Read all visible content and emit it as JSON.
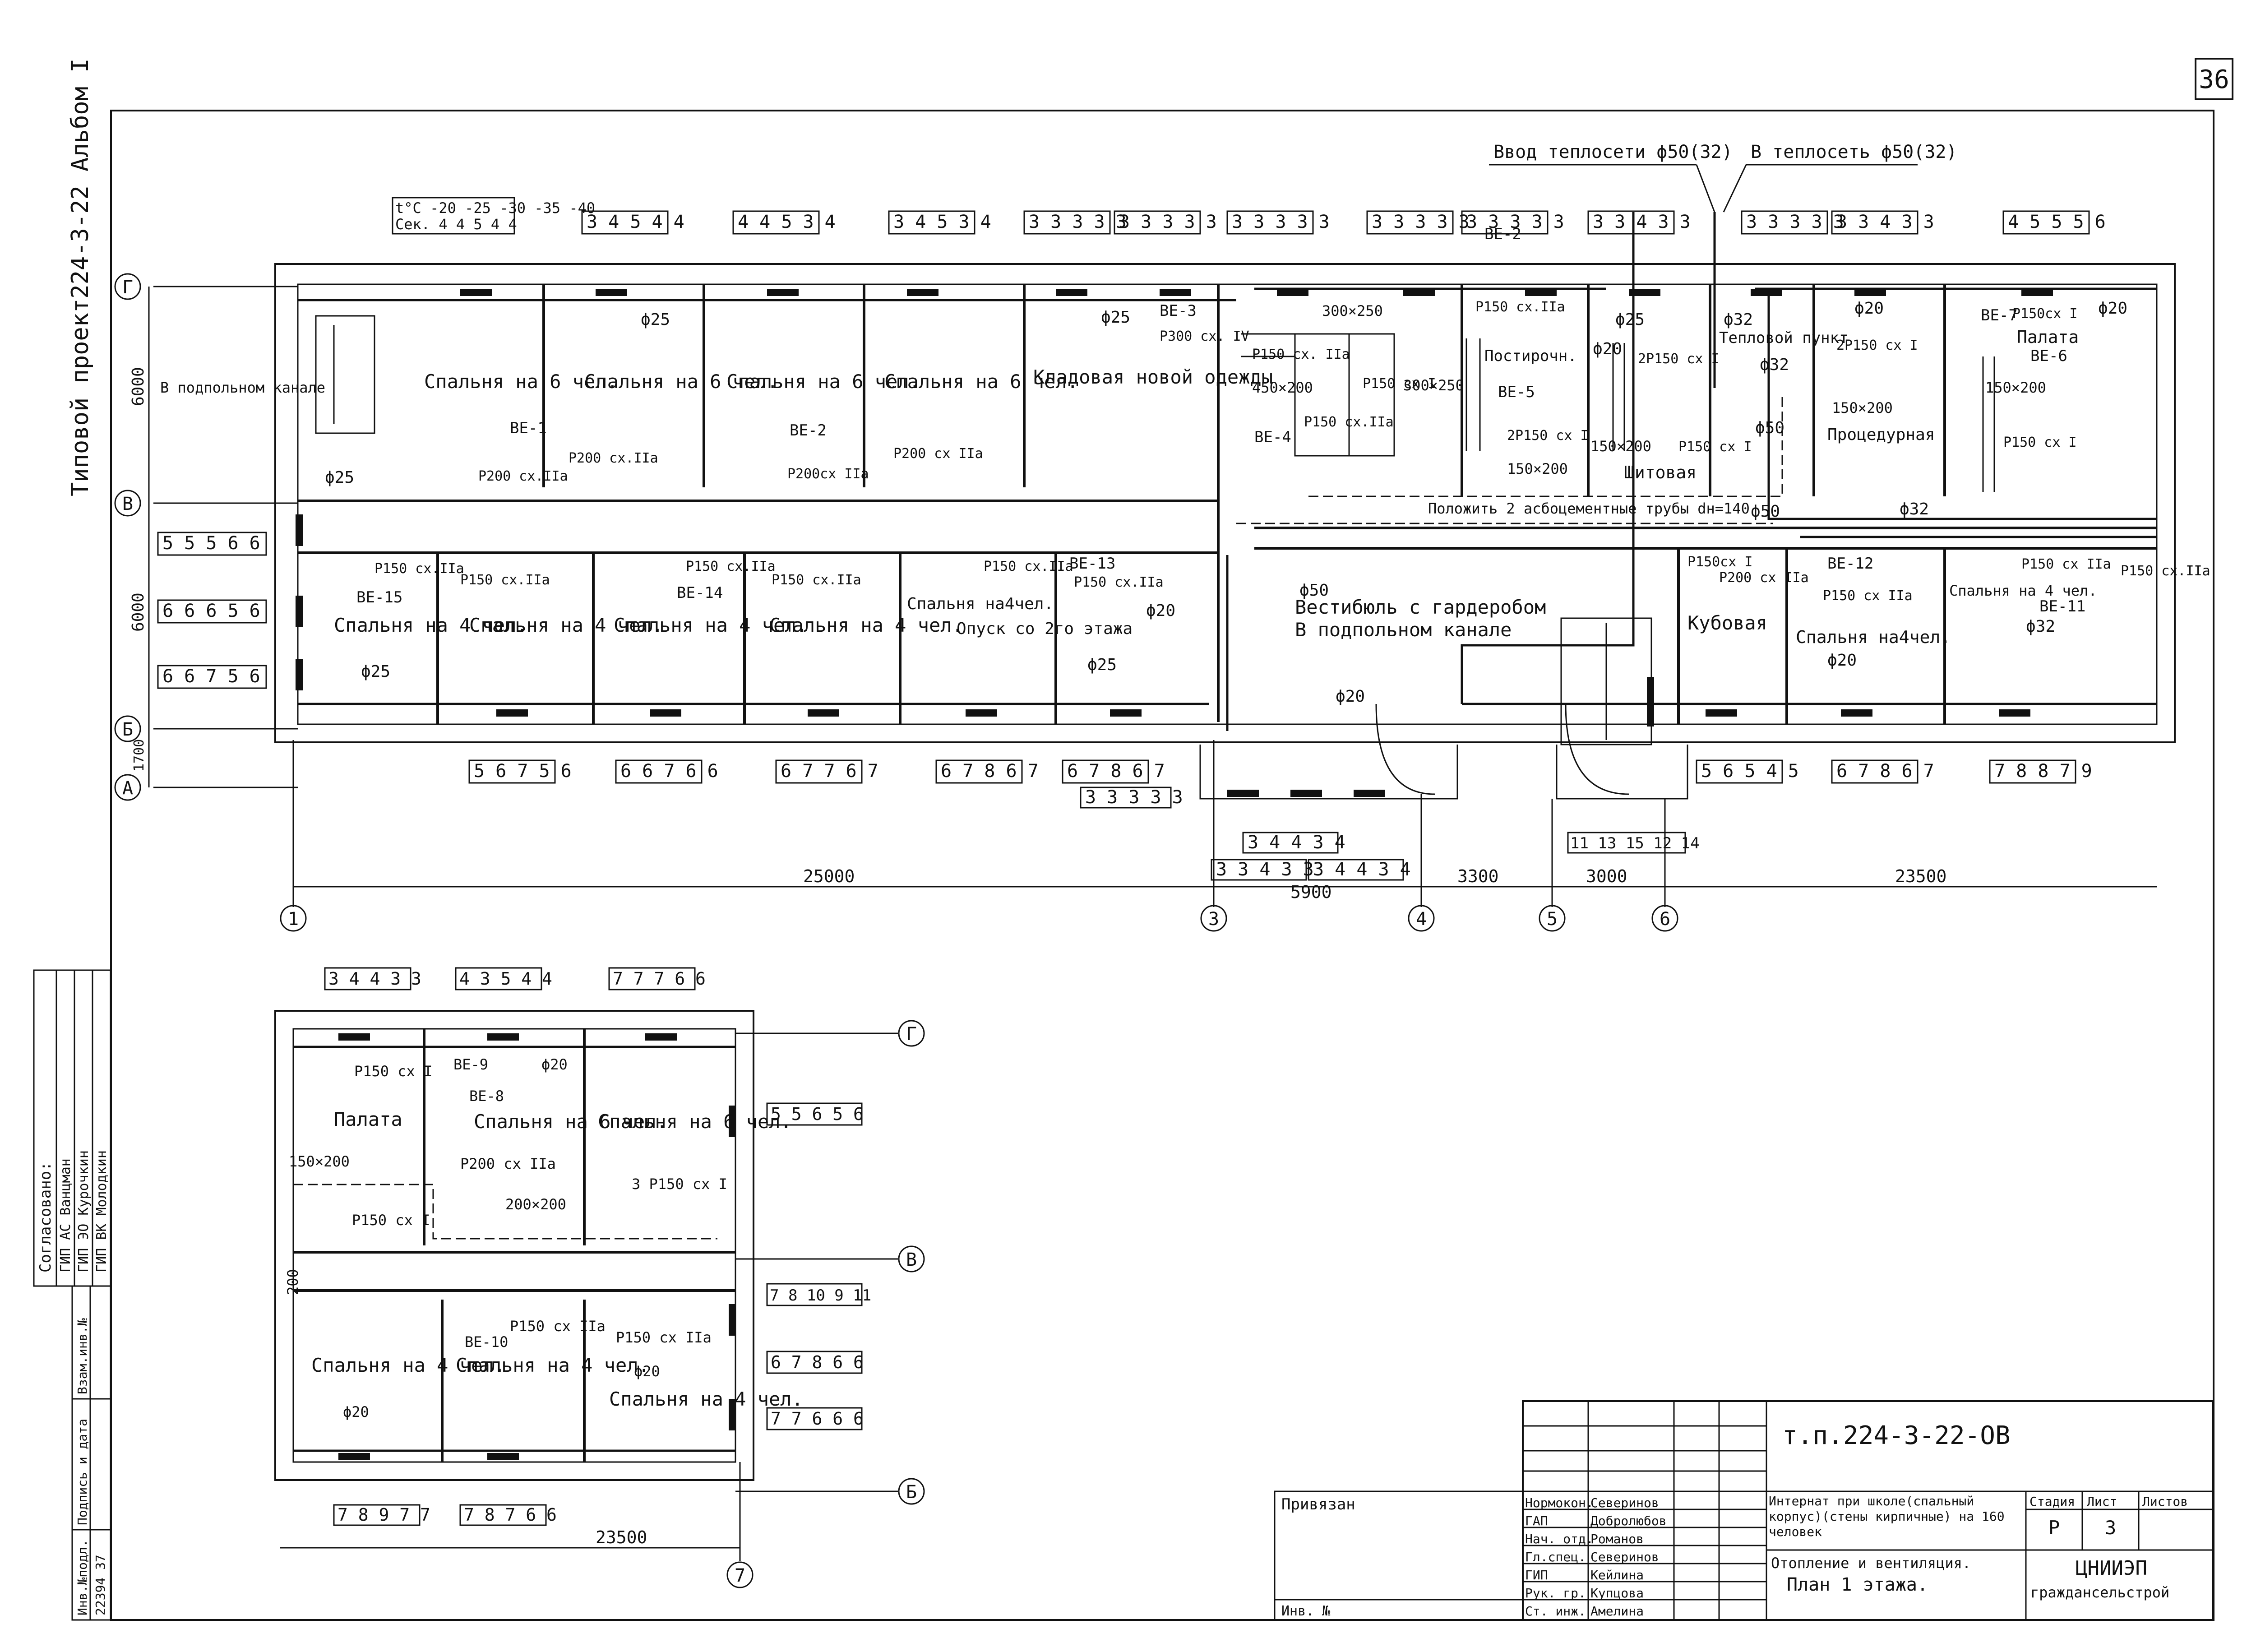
{
  "sheet": {
    "number": "36",
    "album": "Типовой проект224-3-22   Альбом I",
    "supply_in": "Ввод теплосети ϕ50(32)",
    "supply_out": "В теплосеть ϕ50(32)"
  },
  "floor1": {
    "room_labels": [
      "Спальня на 6 чел.",
      "Спальня на 6 чел.",
      "Спальня на 6 чел.",
      "Спальня на 6 чел.",
      "Кладовая новой одежды",
      "Постирочн.",
      "Тепловой пункт",
      "Процедурная",
      "Палата",
      "Щитовая",
      "Спальня на 4 чел.",
      "Спальня на 4 чел.",
      "Спальня на 4 чел.",
      "Спальня на 4 чел.",
      "Спальня на4чел.",
      "Вестибюль с гардеробом",
      "В подпольном канале",
      "Кубовая",
      "Спальня на4чел.",
      "Спальня на 4 чел."
    ],
    "side_label": "В подпольном канале",
    "cable_note": "Положить 2 асбоцементные трубы dн=140",
    "riser_note": "Опуск со 2го этажа",
    "ve_tags": [
      "ВЕ-1",
      "ВЕ-2",
      "ВЕ-3",
      "ВЕ-4",
      "ВЕ-5",
      "ВЕ-6",
      "ВЕ-7",
      "ВЕ-11",
      "ВЕ-12",
      "ВЕ-13",
      "ВЕ-14",
      "ВЕ-15",
      "ВЕ-2"
    ],
    "pipe_labels": [
      "ϕ25",
      "ϕ25",
      "ϕ25",
      "ϕ25",
      "ϕ20",
      "ϕ32",
      "ϕ32",
      "ϕ50",
      "ϕ50",
      "ϕ32",
      "ϕ20",
      "ϕ20",
      "ϕ25",
      "ϕ20",
      "ϕ20",
      "ϕ50",
      "ϕ32",
      "ϕ20",
      "ϕ25"
    ],
    "grille_labels": [
      "Р200 сх.IIа",
      "Р200 сх.IIа",
      "Р200сх IIа",
      "Р200 сх IIа",
      "Р300 сх. IV",
      "Р150 сх. IIа",
      "Р150 сх.IIа",
      "Р150 сх.IIа",
      "Р150 сх.IIа",
      "Р150 сх.IIа",
      "Р150 сх.IIа",
      "Р150 сх.IIа",
      "Р150 сх.IIа",
      "Р150 сх.IIа",
      "Р150 сх I",
      "2Р150 сх I",
      "2Р150 сх I",
      "Р150 сх I",
      "2Р150 сх I",
      "Р200 сх IIа",
      "Р150 сх IIа",
      "Р150сх I",
      "Р150 сх IIа",
      "Р150 сх.IIа",
      "Р150 сх I",
      "Р150сх I"
    ],
    "duct_labels": [
      "450×200",
      "150×200",
      "150×200",
      "150×200",
      "300×250",
      "300×250",
      "150×200"
    ],
    "section_boxes_top": [
      "3 4 5 4 4",
      "4 4 5 3 4",
      "3 4 5 3 4",
      "3 3 3 3 3",
      "3 3 3 3 3",
      "3 3 3 3 3",
      "3 3 3 3 3",
      "3 3 3 3 3",
      "3 3 4 3 3",
      "3 3 3 3 3",
      "3 3 4 3 3",
      "4 5 5 5 6"
    ],
    "section_boxes_bottom": [
      "5 6 7 5 6",
      "6 6 7 6 6",
      "6 7 7 6 7",
      "6 7 8 6 7",
      "6 7 8 6 7",
      "5 6 5 4 5",
      "6 7 8 6 7",
      "7 8 8 7 9"
    ],
    "section_boxes_left": [
      "5 5 5 6 6",
      "6 6 6 5 6",
      "6 6 7 5 6"
    ],
    "section_boxes_misc": [
      "3 3 3 3 3",
      "3 4 4 3 4",
      "3 3 4 3 3",
      "3 4 4 3 4",
      "11 13 15 12 14"
    ],
    "header_table": {
      "row1": "t°C -20 -25 -30 -35 -40",
      "row2": "Сек. 4 4 5 4 4"
    },
    "axes_rows": [
      "Г",
      "В",
      "Б",
      "А"
    ],
    "axes_cols": [
      "1",
      "3",
      "4",
      "5",
      "6"
    ],
    "dims_horizontal": [
      "25000",
      "5900",
      "3300",
      "3000",
      "23500"
    ],
    "dims_vertical": [
      "6000",
      "6000",
      "1700"
    ]
  },
  "fragment": {
    "room_labels": [
      "Палата",
      "Спальня на 6 чел.",
      "Спальня на 6 чел.",
      "Спальня на 4 чел.",
      "Спальня на 4 чел.",
      "Спальня на 4 чел."
    ],
    "ve_tags": [
      "ВЕ-9",
      "ВЕ-8",
      "ВЕ-10"
    ],
    "pipe_labels": [
      "ϕ20",
      "ϕ20",
      "ϕ20"
    ],
    "grille_labels": [
      "Р150 сх I",
      "Р200 сх IIа",
      "Р150 сх I",
      "3 Р150 сх I",
      "Р150 сх IIа",
      "Р150 сх IIа"
    ],
    "duct_labels": [
      "150×200",
      "200×200",
      "200"
    ],
    "section_boxes": [
      "3 4 4 3 3",
      "4 3 5 4 4",
      "7 7 7 6 6",
      "5 5 6 5 6",
      "7 8 10 9 11",
      "6 7 8 6 6",
      "7 7 6 6 6",
      "7 8 9 7 7",
      "7 8 7 6 6"
    ],
    "axes_rows": [
      "Г",
      "В",
      "Б"
    ],
    "axis_col": "7",
    "dim": "23500"
  },
  "approval": {
    "title": "Согласовано:",
    "rows": [
      "ГИП АС Ванцман",
      "ГИП ЭО Курочкин",
      "ГИП ВК Молодкин"
    ]
  },
  "side_stamp": {
    "labels": [
      "Инв.№подл.",
      "Подпись и дата",
      "Взам.инв.№"
    ],
    "inv_no": "22394 37"
  },
  "title_block": {
    "code": "т.п.224-3-22-ОВ",
    "bound": "Привязан",
    "inv": "Инв. №",
    "roles": [
      "Нормокон.",
      "ГАП",
      "Нач. отд.",
      "Гл.спец.",
      "ГИП",
      "Рук. гр.",
      "Ст. инж."
    ],
    "names": [
      "Северинов",
      "Добролюбов",
      "Романов",
      "Северинов",
      "Кейлина",
      "Купцова",
      "Амелина"
    ],
    "project": "Интернат при школе(спальный корпус)(стены кирпичные) на 160 человек",
    "sheet_title_1": "Отопление и вентиляция.",
    "sheet_title_2": "План 1 этажа.",
    "stage_label": "Стадия",
    "sheet_label": "Лист",
    "sheets_label": "Листов",
    "stage": "Р",
    "sheet": "3",
    "org_1": "ЦНИИЭП",
    "org_2": "граждансельстрой"
  }
}
